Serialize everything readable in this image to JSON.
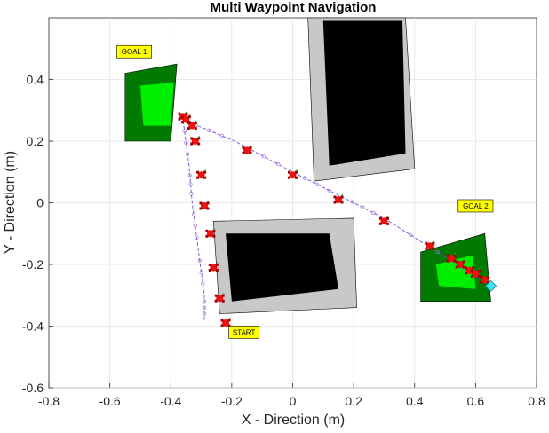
{
  "chart_data": {
    "type": "scatter",
    "title": "Multi Waypoint Navigation",
    "xlabel": "X - Direction (m)",
    "ylabel": "Y - Direction (m)",
    "xlim": [
      -0.8,
      0.8
    ],
    "ylim": [
      -0.6,
      0.6
    ],
    "xticks": [
      -0.8,
      -0.6,
      -0.4,
      -0.2,
      0,
      0.2,
      0.4,
      0.6,
      0.8
    ],
    "yticks": [
      -0.6,
      -0.4,
      -0.2,
      0,
      0.2,
      0.4
    ],
    "xtick_labels": [
      "-0.8",
      "-0.6",
      "-0.4",
      "-0.2",
      "0",
      "0.2",
      "0.4",
      "0.6",
      "0.8"
    ],
    "ytick_labels": [
      "-0.6",
      "-0.4",
      "-0.2",
      "0",
      "0.2",
      "0.4"
    ],
    "grid": true,
    "colors": {
      "goal_outer": "#007a00",
      "goal_inner": "#00ee00",
      "obstacle_outer": "#c8c8c8",
      "obstacle_inner": "#000000",
      "robot": "#ee1111",
      "path": "#6a50d8",
      "label_bg": "#ffff00",
      "end_marker": "#40e8f0"
    },
    "regions": [
      {
        "name": "goal-1-zone",
        "kind": "goal",
        "outer": [
          [
            -0.55,
            0.42
          ],
          [
            -0.38,
            0.45
          ],
          [
            -0.4,
            0.2
          ],
          [
            -0.55,
            0.2
          ]
        ],
        "inner": [
          [
            -0.5,
            0.38
          ],
          [
            -0.39,
            0.39
          ],
          [
            -0.4,
            0.25
          ],
          [
            -0.49,
            0.25
          ]
        ]
      },
      {
        "name": "goal-2-zone",
        "kind": "goal",
        "outer": [
          [
            0.42,
            -0.16
          ],
          [
            0.63,
            -0.1
          ],
          [
            0.65,
            -0.32
          ],
          [
            0.42,
            -0.32
          ]
        ],
        "inner": [
          [
            0.47,
            -0.2
          ],
          [
            0.59,
            -0.17
          ],
          [
            0.6,
            -0.28
          ],
          [
            0.48,
            -0.27
          ]
        ]
      },
      {
        "name": "obstacle-top",
        "kind": "obstacle",
        "outer": [
          [
            0.05,
            0.6
          ],
          [
            0.37,
            0.6
          ],
          [
            0.4,
            0.11
          ],
          [
            0.07,
            0.07
          ]
        ],
        "inner": [
          [
            0.1,
            0.59
          ],
          [
            0.36,
            0.59
          ],
          [
            0.37,
            0.16
          ],
          [
            0.12,
            0.12
          ]
        ]
      },
      {
        "name": "obstacle-bottom",
        "kind": "obstacle",
        "outer": [
          [
            -0.26,
            -0.06
          ],
          [
            0.2,
            -0.05
          ],
          [
            0.21,
            -0.34
          ],
          [
            -0.24,
            -0.36
          ]
        ],
        "inner": [
          [
            -0.22,
            -0.1
          ],
          [
            0.12,
            -0.1
          ],
          [
            0.15,
            -0.28
          ],
          [
            -0.2,
            -0.32
          ]
        ]
      }
    ],
    "series": [
      {
        "points": [
          [
            -0.29,
            -0.38
          ],
          [
            -0.29,
            -0.3
          ],
          [
            -0.31,
            -0.15
          ],
          [
            -0.33,
            0.0
          ],
          [
            -0.34,
            0.12
          ],
          [
            -0.36,
            0.27
          ]
        ]
      },
      {
        "points": [
          [
            -0.36,
            0.27
          ],
          [
            -0.19,
            0.2
          ],
          [
            0.0,
            0.1
          ],
          [
            0.16,
            0.02
          ],
          [
            0.3,
            -0.05
          ],
          [
            0.65,
            -0.27
          ]
        ]
      }
    ],
    "robot_poses": [
      [
        -0.22,
        -0.39
      ],
      [
        -0.24,
        -0.31
      ],
      [
        -0.26,
        -0.21
      ],
      [
        -0.27,
        -0.1
      ],
      [
        -0.29,
        -0.01
      ],
      [
        -0.3,
        0.09
      ],
      [
        -0.32,
        0.2
      ],
      [
        -0.33,
        0.25
      ],
      [
        -0.36,
        0.28
      ],
      [
        -0.35,
        0.27
      ],
      [
        -0.15,
        0.17
      ],
      [
        0.0,
        0.09
      ],
      [
        0.15,
        0.01
      ],
      [
        0.3,
        -0.06
      ],
      [
        0.45,
        -0.14
      ],
      [
        0.52,
        -0.18
      ],
      [
        0.55,
        -0.2
      ],
      [
        0.58,
        -0.22
      ],
      [
        0.6,
        -0.23
      ],
      [
        0.63,
        -0.25
      ]
    ],
    "end_marker": [
      0.65,
      -0.27
    ],
    "labels": [
      {
        "text": "GOAL 1",
        "x": -0.52,
        "y": 0.49
      },
      {
        "text": "GOAL 2",
        "x": 0.6,
        "y": -0.01
      },
      {
        "text": "START",
        "x": -0.16,
        "y": -0.42
      }
    ]
  }
}
